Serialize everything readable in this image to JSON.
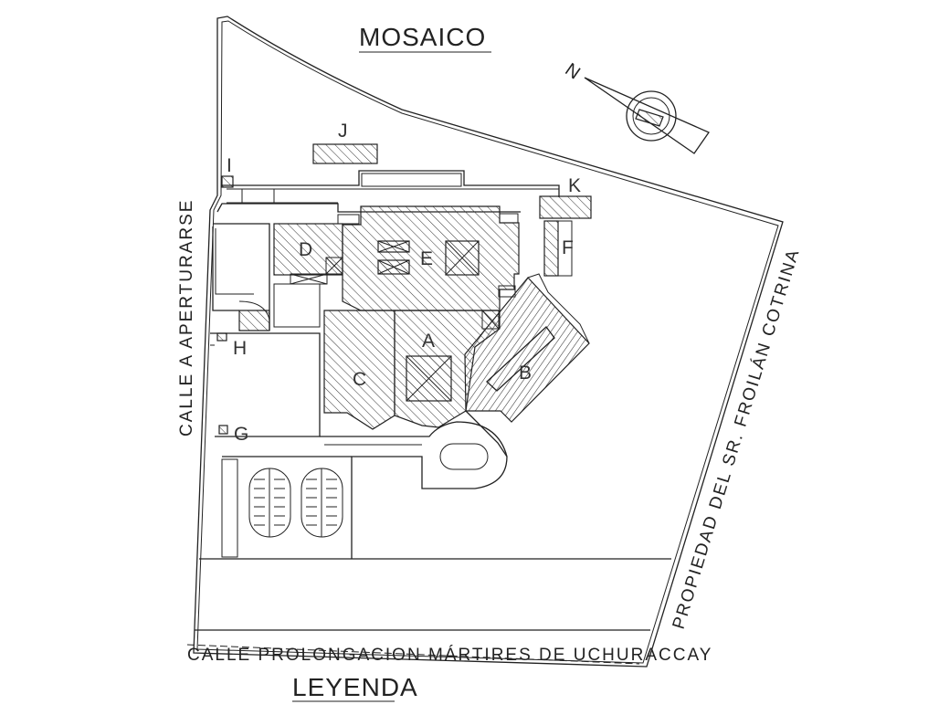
{
  "title": "MOSAICO",
  "legend_title": "LEYENDA",
  "north_label": "N",
  "streets": {
    "left": "CALLE A APERTURARSE",
    "bottom": "CALLE PROLONGACION MÁRTIRES DE UCHURACCAY",
    "right": "PROPIEDAD DEL SR. FROILÁN COTRINA"
  },
  "blocks": {
    "A": "A",
    "B": "B",
    "C": "C",
    "D": "D",
    "E": "E",
    "F": "F",
    "G": "G",
    "H": "H",
    "I": "I",
    "J": "J",
    "K": "K"
  },
  "colors": {
    "line": "#222222",
    "background": "#ffffff"
  }
}
